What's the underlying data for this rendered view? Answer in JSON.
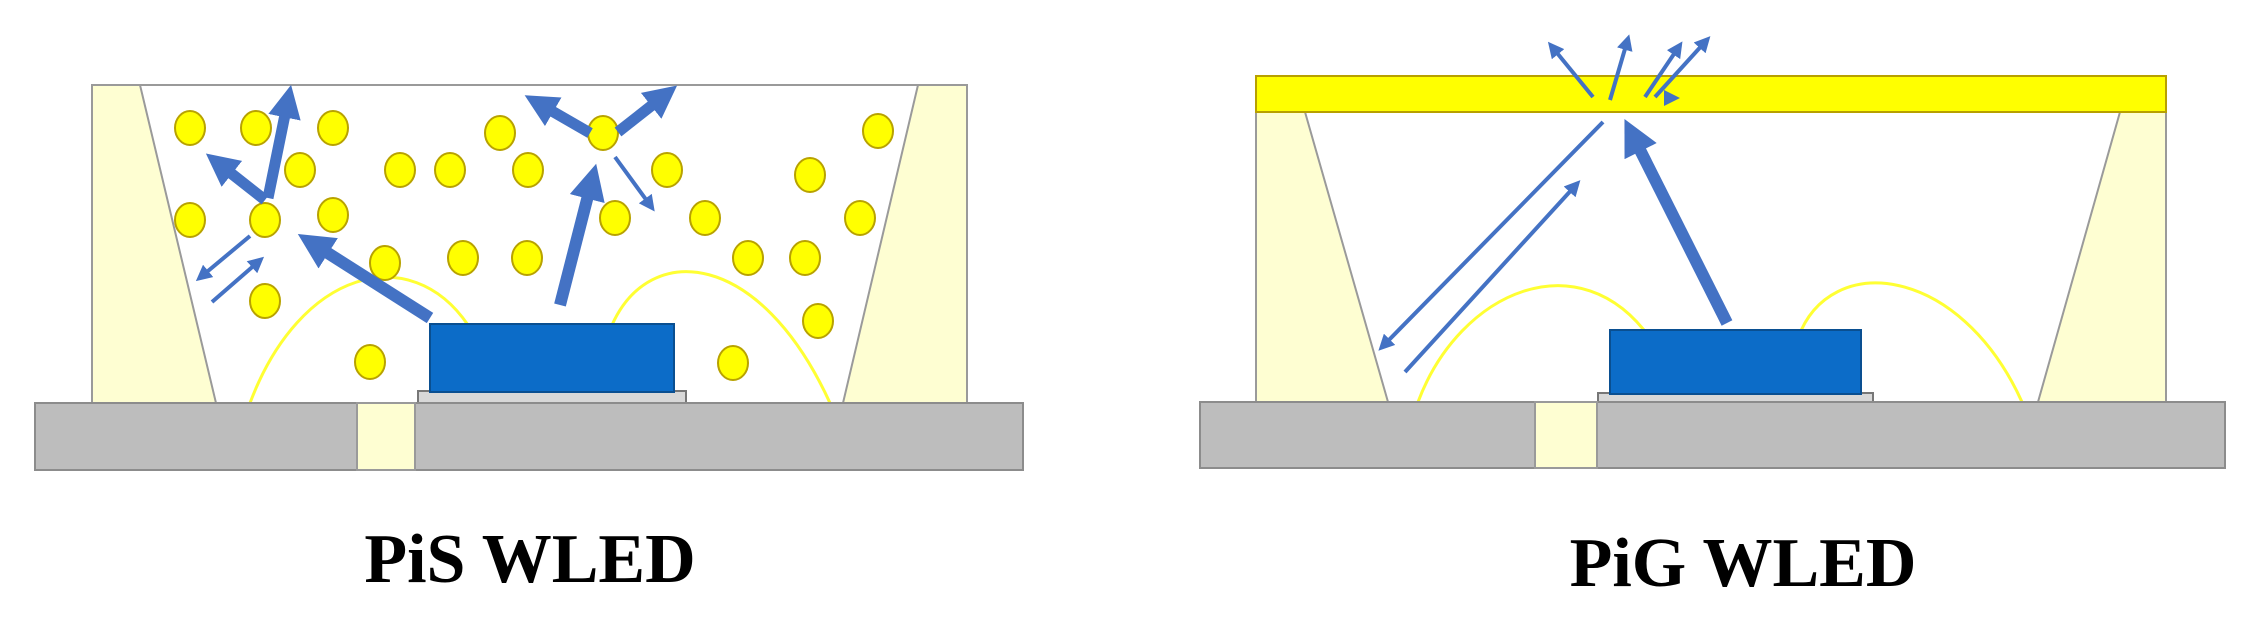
{
  "panels": [
    {
      "caption": "PiS WLED"
    },
    {
      "caption": "PiG WLED"
    }
  ],
  "colors": {
    "substrate": "#bdbdbd",
    "substrate_stroke": "#8c8c8c",
    "reflector_wall": "#fefed2",
    "wall_stroke": "#9a9a9a",
    "chip": "#0c6cc8",
    "chip_pad": "#d8d8d8",
    "phosphor_particle": "#ffff00",
    "phosphor_particle_stroke": "#b8a200",
    "glass_plate": "#ffff00",
    "glass_stroke": "#b8a000",
    "bond_wire": "#ffff33",
    "arrow": "#4472c4",
    "caption_text": "#000000"
  },
  "icons": [
    "phosphor-particle",
    "light-ray-arrow",
    "bond-wire",
    "led-chip"
  ]
}
